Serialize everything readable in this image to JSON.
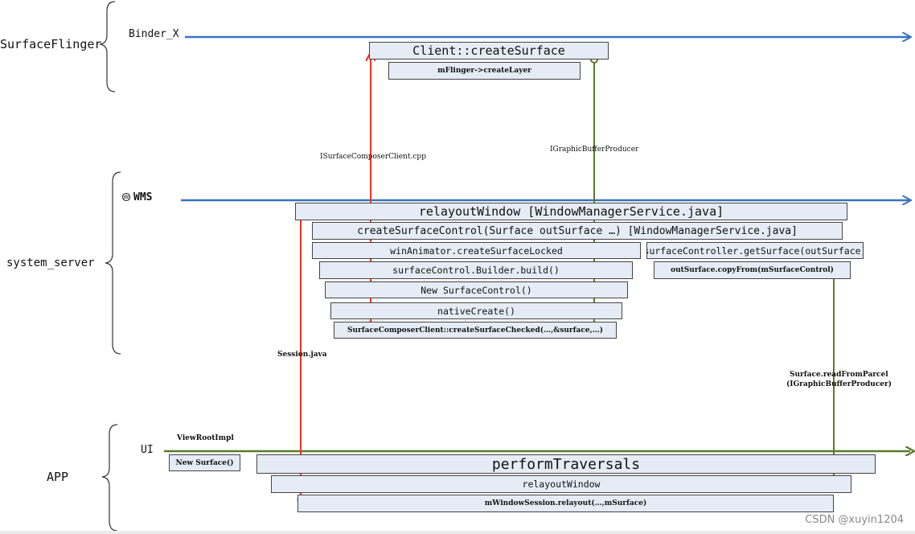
{
  "sections": {
    "surfaceflinger": "SurfaceFlinger",
    "system_server": "system_server",
    "app": "APP"
  },
  "threads": {
    "binder": "Binder_X",
    "wms": "WMS",
    "ui": "UI",
    "viewrootimpl": "ViewRootImpl"
  },
  "boxes": {
    "client_create_surface": "Client::createSurface",
    "mflinger_create_layer": "mFlinger->createLayer",
    "relayout_window_wms": "relayoutWindow [WindowManagerService.java]",
    "create_surface_control": "createSurfaceControl(Surface outSurface  …)  [WindowManagerService.java]",
    "win_animator": "winAnimator.createSurfaceLocked",
    "surface_controller_get": "surfaceController.getSurface(outSurface)",
    "builder_build": "surfaceControl.Builder.build()",
    "out_surface_copy": "outSurface.copyFrom(mSurfaceControl)",
    "new_surface_control": "New SurfaceControl()",
    "native_create": "nativeCreate()",
    "create_surface_checked": "SurfaceComposerClient::createSurfaceChecked(…,&surface,…)",
    "new_surface": "New Surface()",
    "perform_traversals": "performTraversals",
    "relayout_window_app": "relayoutWindow",
    "mwindow_session_relayout": "mWindowSession.relayout(…,mSurface)"
  },
  "arrow_labels": {
    "isurface_composer_client": "ISurfaceComposerClient.cpp",
    "igraphic_buffer_producer": "IGraphicBufferProducer",
    "session_java": "Session.java",
    "read_from_parcel_1": "Surface.readFromParcel",
    "read_from_parcel_2": "(IGraphicBufferProducer)"
  },
  "watermark": "CSDN @xuyin1204",
  "colors": {
    "thread_line": "#3a72c4",
    "request_arrow": "#ee3322",
    "return_arrow": "#5a7a2a",
    "box_fill": "#e6ecf5"
  }
}
